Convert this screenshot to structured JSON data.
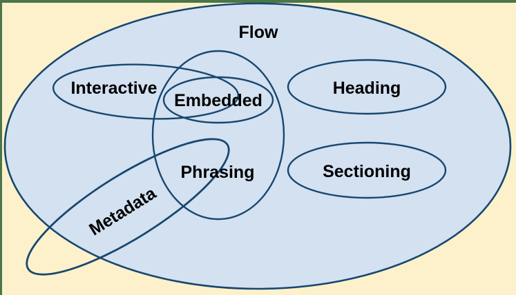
{
  "diagram": {
    "description": "Euler diagram of content categories",
    "labels": {
      "flow": "Flow",
      "interactive": "Interactive",
      "embedded": "Embedded",
      "heading": "Heading",
      "phrasing": "Phrasing",
      "sectioning": "Sectioning",
      "metadata": "Metadata"
    },
    "colors": {
      "page_background": "#fdf1cc",
      "page_border": "#4b7647",
      "flow_fill": "#d3e1f1",
      "ellipse_stroke": "#17476f",
      "label_text": "#000000"
    }
  }
}
